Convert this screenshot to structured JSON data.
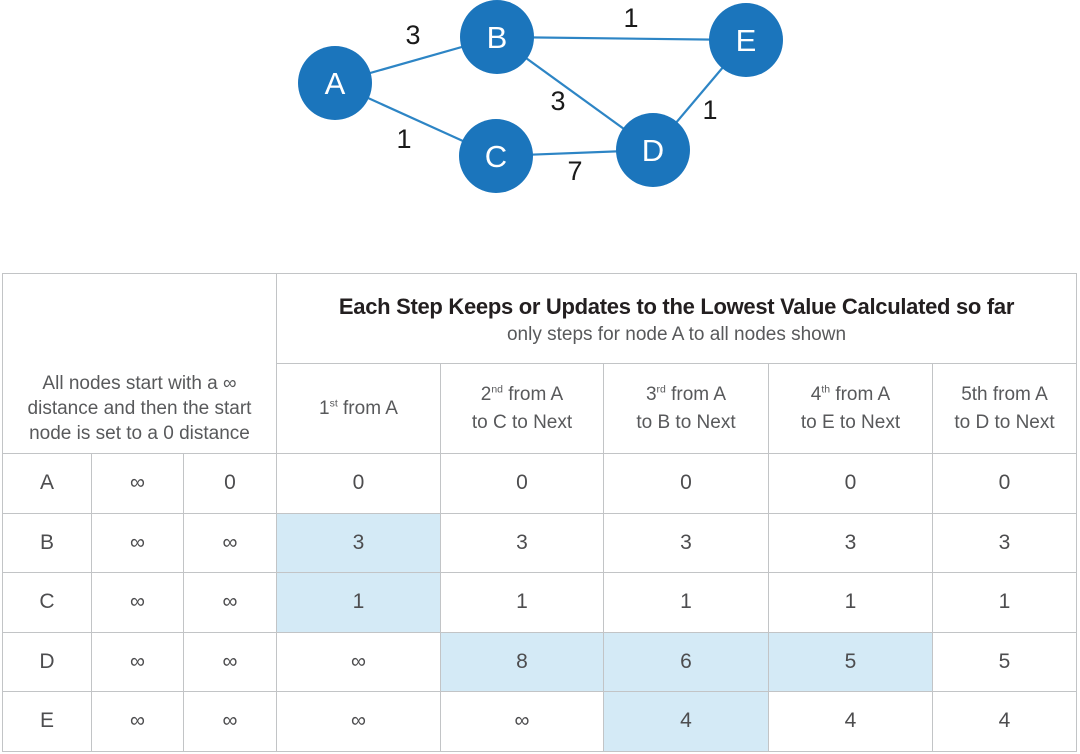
{
  "graph": {
    "node_color": "#1b75bc",
    "edge_color": "#2d85c5",
    "nodes": [
      {
        "id": "A",
        "label": "A"
      },
      {
        "id": "B",
        "label": "B"
      },
      {
        "id": "C",
        "label": "C"
      },
      {
        "id": "D",
        "label": "D"
      },
      {
        "id": "E",
        "label": "E"
      }
    ],
    "edges": [
      {
        "from": "A",
        "to": "B",
        "weight": "3"
      },
      {
        "from": "A",
        "to": "C",
        "weight": "1"
      },
      {
        "from": "B",
        "to": "E",
        "weight": "1"
      },
      {
        "from": "B",
        "to": "D",
        "weight": "3"
      },
      {
        "from": "C",
        "to": "D",
        "weight": "7"
      },
      {
        "from": "D",
        "to": "E",
        "weight": "1"
      }
    ]
  },
  "table": {
    "title": "Each Step Keeps or Updates to the Lowest Value Calculated so far",
    "subtitle": "only steps for node A to all nodes shown",
    "corner_note_lines": [
      "All nodes start with a ∞",
      "distance and then the start",
      "node is set to a 0 distance"
    ],
    "highlight_color": "#d4eaf6",
    "step_columns": [
      {
        "num": "1",
        "sup": "st",
        "rest": " from A",
        "line2": ""
      },
      {
        "num": "2",
        "sup": "nd",
        "rest": " from A",
        "line2": "to C to Next"
      },
      {
        "num": "3",
        "sup": "rd",
        "rest": " from A",
        "line2": "to B to Next"
      },
      {
        "num": "4",
        "sup": "th",
        "rest": " from A",
        "line2": "to E to Next"
      },
      {
        "num": "5th",
        "sup": "",
        "rest": " from A",
        "line2": "to D to Next"
      }
    ],
    "rows": [
      {
        "node": "A",
        "init1": "∞",
        "init2": "0",
        "steps": [
          {
            "v": "0",
            "hl": false
          },
          {
            "v": "0",
            "hl": false
          },
          {
            "v": "0",
            "hl": false
          },
          {
            "v": "0",
            "hl": false
          },
          {
            "v": "0",
            "hl": false
          }
        ]
      },
      {
        "node": "B",
        "init1": "∞",
        "init2": "∞",
        "steps": [
          {
            "v": "3",
            "hl": true
          },
          {
            "v": "3",
            "hl": false
          },
          {
            "v": "3",
            "hl": false
          },
          {
            "v": "3",
            "hl": false
          },
          {
            "v": "3",
            "hl": false
          }
        ]
      },
      {
        "node": "C",
        "init1": "∞",
        "init2": "∞",
        "steps": [
          {
            "v": "1",
            "hl": true
          },
          {
            "v": "1",
            "hl": false
          },
          {
            "v": "1",
            "hl": false
          },
          {
            "v": "1",
            "hl": false
          },
          {
            "v": "1",
            "hl": false
          }
        ]
      },
      {
        "node": "D",
        "init1": "∞",
        "init2": "∞",
        "steps": [
          {
            "v": "∞",
            "hl": false
          },
          {
            "v": "8",
            "hl": true
          },
          {
            "v": "6",
            "hl": true
          },
          {
            "v": "5",
            "hl": true
          },
          {
            "v": "5",
            "hl": false
          }
        ]
      },
      {
        "node": "E",
        "init1": "∞",
        "init2": "∞",
        "steps": [
          {
            "v": "∞",
            "hl": false
          },
          {
            "v": "∞",
            "hl": false
          },
          {
            "v": "4",
            "hl": true
          },
          {
            "v": "4",
            "hl": false
          },
          {
            "v": "4",
            "hl": false
          }
        ]
      }
    ]
  }
}
